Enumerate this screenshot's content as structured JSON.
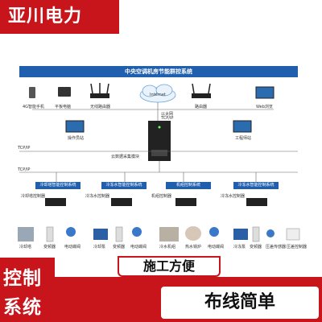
{
  "brand": {
    "name": "亚川电力"
  },
  "diagram": {
    "title": "中央空调机房节能群控系统",
    "devices_top": [
      "4G智能手机",
      "平板电脑",
      "无线路由器",
      "路由器",
      "Web浏览"
    ],
    "internet_label": "Internet",
    "ethernet_label": "以太网",
    "tcpip_label": "TCP/IP",
    "operator_station": "操作员站",
    "engineer_station": "工程师站",
    "cloud_module": "云数据采集模块",
    "bus_labels": [
      "TCP/IP",
      "TCP/IP"
    ],
    "subsystems": [
      "冷却塔智能控制系统",
      "冷冻水智能控制系统",
      "机组控制系统",
      "冷冻水智能控制系统"
    ],
    "subsystem_sub_labels": [
      "冷却塔控制器",
      "冷冻水控制器",
      "机组控制器",
      "冷冻水控制器"
    ],
    "bottom_labels": [
      "冷却塔",
      "变频器",
      "电动蝶阀",
      "冷却泵",
      "变频器",
      "电动蝶阀",
      "冷水机组",
      "热水锅炉",
      "电动蝶阀",
      "冷冻泵",
      "变频器",
      "压差传感器",
      "压差控制器"
    ]
  },
  "taglines": {
    "left_1": "控制",
    "left_2": "系统",
    "pill_1": "施工方便",
    "pill_2": "布线简单"
  },
  "colors": {
    "brand_red": "#c8151c",
    "diagram_blue": "#1f5fae"
  }
}
